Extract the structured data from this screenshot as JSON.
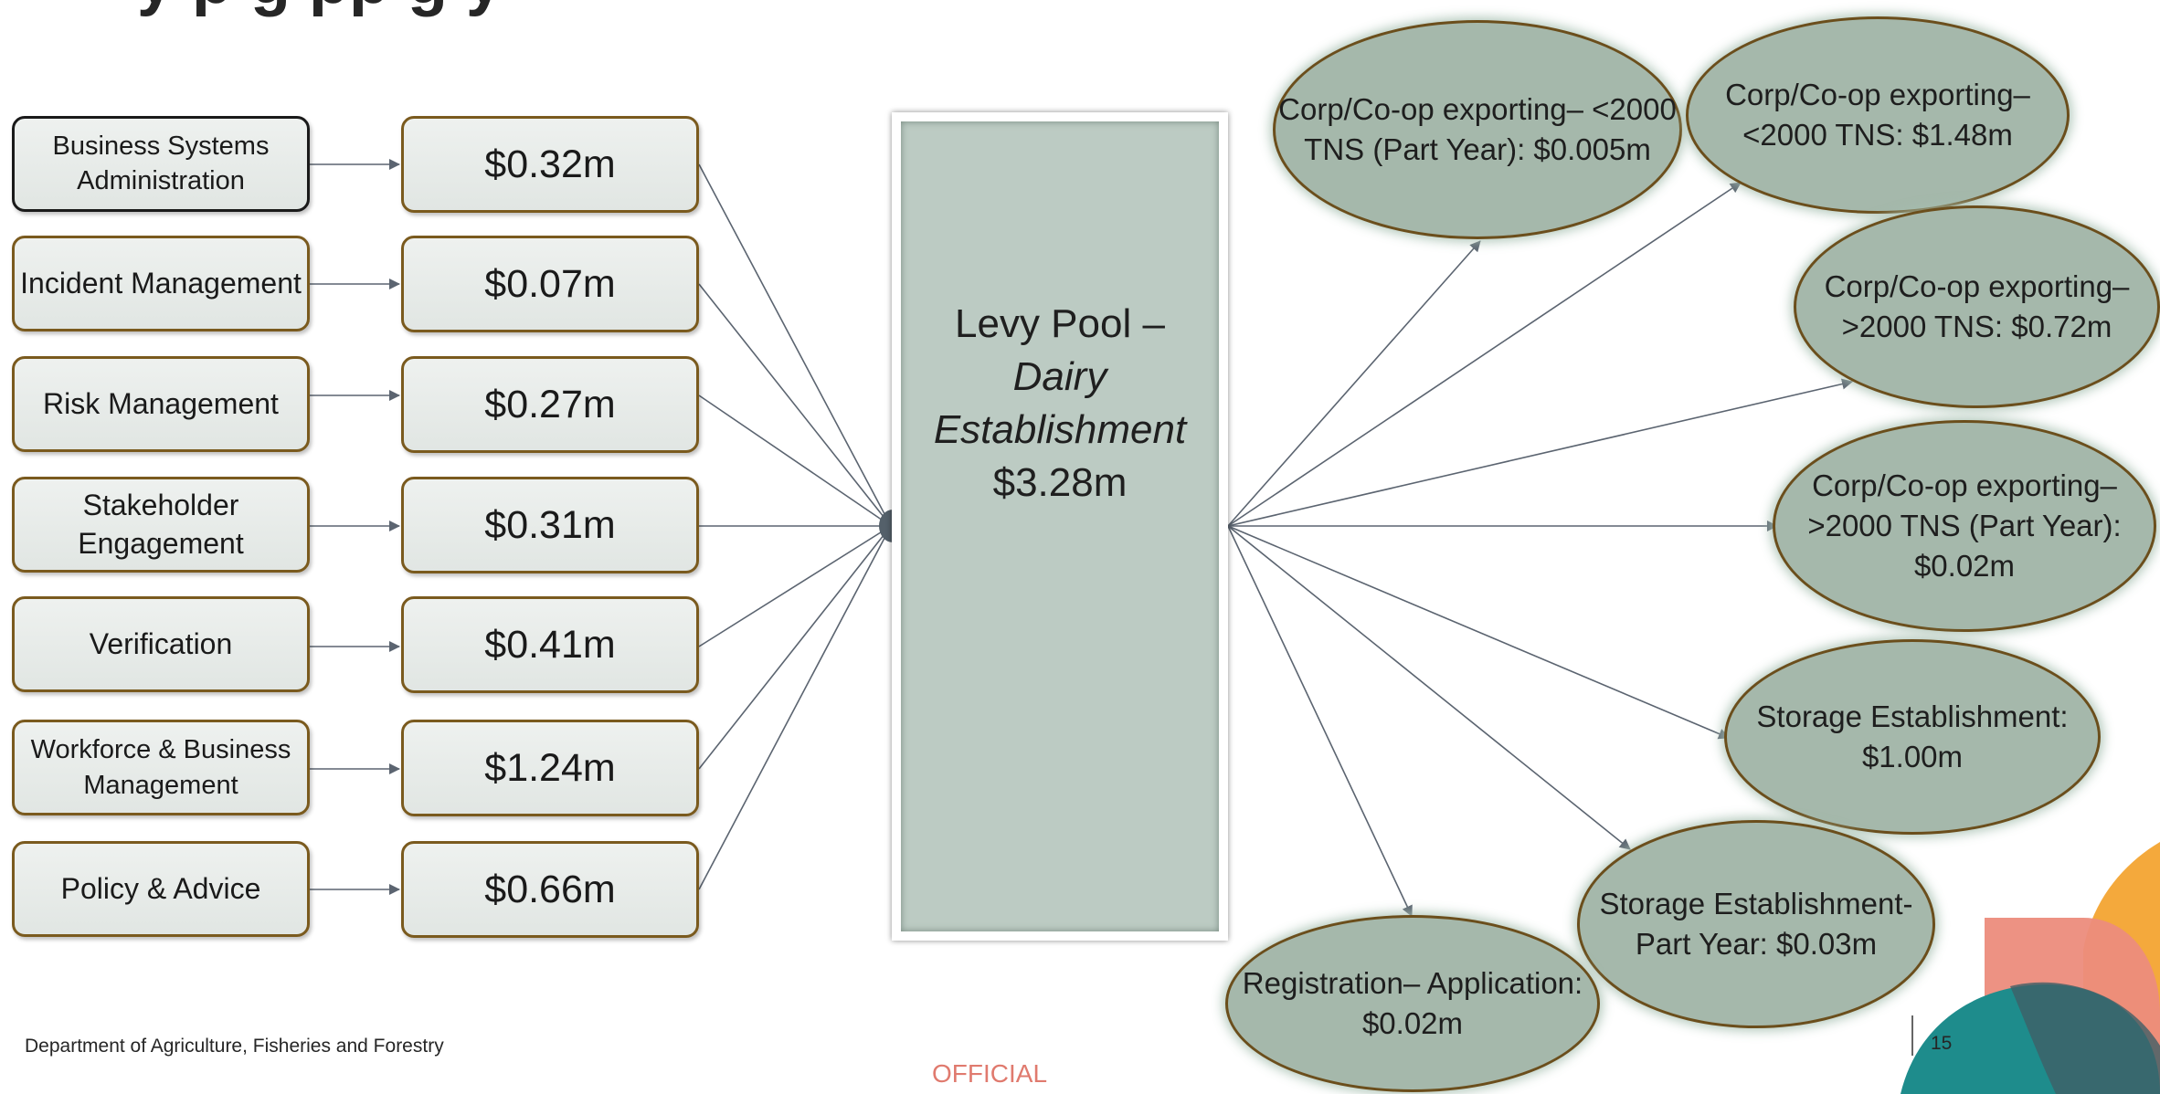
{
  "title_fragment": "y  p            g   pp g       y",
  "activities": [
    {
      "label": "Business Systems Administration",
      "cost": "$0.32m"
    },
    {
      "label": "Incident Management",
      "cost": "$0.07m"
    },
    {
      "label": "Risk Management",
      "cost": "$0.27m"
    },
    {
      "label": "Stakeholder Engagement",
      "cost": "$0.31m"
    },
    {
      "label": "Verification",
      "cost": "$0.41m"
    },
    {
      "label": "Workforce & Business Management",
      "cost": "$1.24m"
    },
    {
      "label": "Policy & Advice",
      "cost": "$0.66m"
    }
  ],
  "levy_pool": {
    "line1": "Levy Pool –",
    "line2": "Dairy",
    "line3": "Establishment",
    "amount": "$3.28m"
  },
  "recipients": [
    {
      "label": "Corp/Co-op exporting– <2000 TNS (Part Year): $0.005m"
    },
    {
      "label": "Corp/Co-op exporting– <2000 TNS: $1.48m"
    },
    {
      "label": "Corp/Co-op exporting– >2000 TNS: $0.72m"
    },
    {
      "label": "Corp/Co-op exporting– >2000 TNS (Part Year): $0.02m"
    },
    {
      "label": "Storage Establishment: $1.00m"
    },
    {
      "label": "Storage Establishment- Part Year: $0.03m"
    },
    {
      "label": "Registration– Application: $0.02m"
    }
  ],
  "footer": {
    "department": "Department of Agriculture, Fisheries and Forestry",
    "classification": "OFFICIAL",
    "page_number": "15"
  },
  "colors": {
    "box_fill": "#e6ebe8",
    "box_border": "#7a5a1e",
    "pool_fill": "#bccbc3",
    "ellipse_fill": "#a5b8ab",
    "ellipse_border": "#6b4e1c",
    "arrow": "#5b6470",
    "official": "#e07a6e",
    "decor_orange": "#f4a93c",
    "decor_coral": "#ec8c7c",
    "decor_teal": "#1e8c8c"
  }
}
